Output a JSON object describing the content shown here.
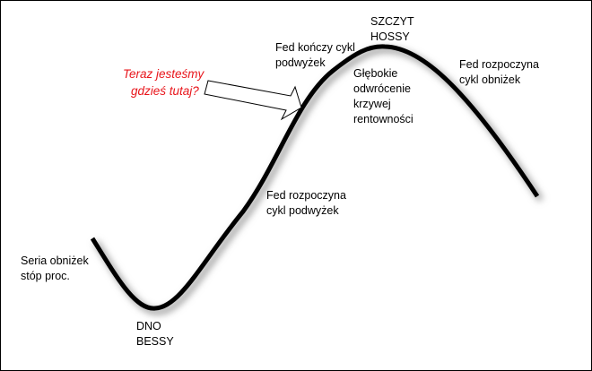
{
  "labels": {
    "here": [
      "Teraz jesteśmy",
      "gdzieś tutaj?"
    ],
    "fed_ends_hikes": [
      "Fed kończy cykl",
      "podwyżek"
    ],
    "peak": [
      "SZCZYT",
      "HOSSY"
    ],
    "inversion": [
      "Głębokie",
      "odwrócenie",
      "krzywej",
      "rentowności"
    ],
    "fed_starts_cuts": [
      "Fed rozpoczyna",
      "cykl obniżek"
    ],
    "fed_starts_hikes": [
      "Fed rozpoczyna",
      "cykl podwyżek"
    ],
    "rate_cuts": [
      "Seria obniżek",
      "stóp proc."
    ],
    "bottom": [
      "DNO",
      "BESSY"
    ]
  },
  "colors": {
    "highlight": "#e8141a",
    "curve": "#000000"
  }
}
